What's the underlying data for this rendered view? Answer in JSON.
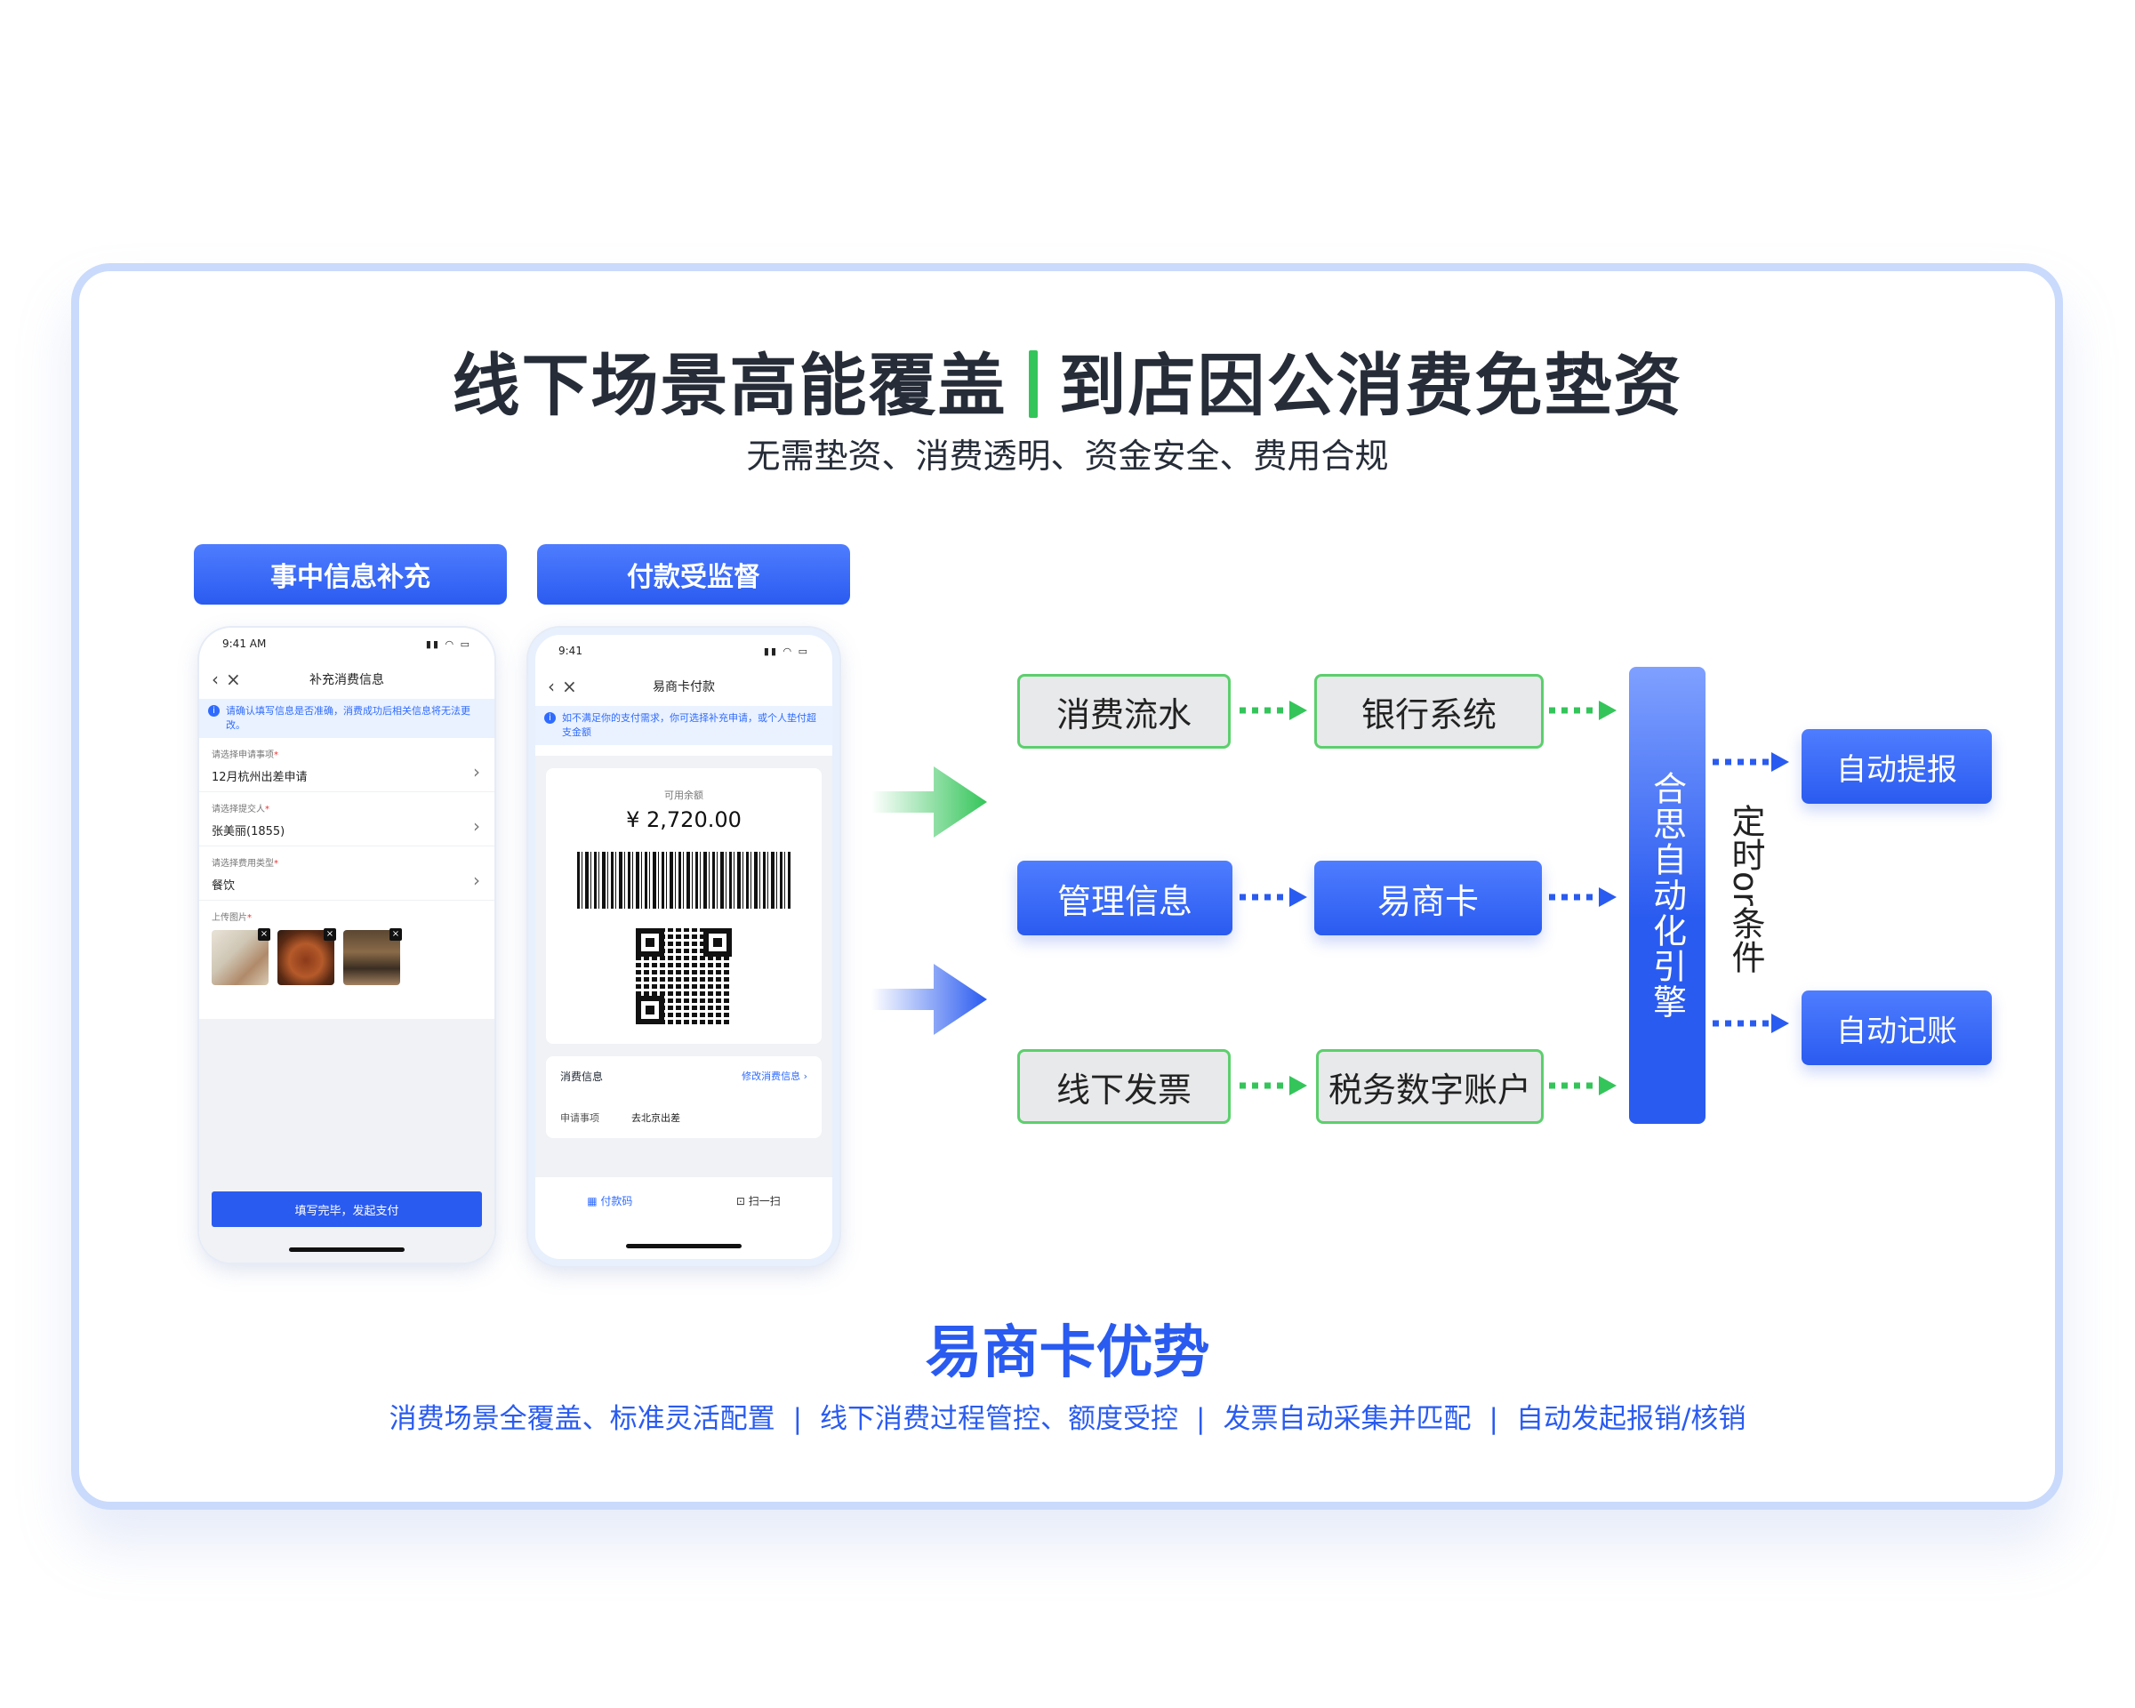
{
  "title": {
    "left": "线下场景高能覆盖",
    "right": "到店因公消费免垫资"
  },
  "subtitle": "无需垫资、消费透明、资金安全、费用合规",
  "tags": {
    "left": "事中信息补充",
    "right": "付款受监督"
  },
  "phone1": {
    "time": "9:41 AM",
    "nav_title": "补充消费信息",
    "notice": "请确认填写信息是否准确，消费成功后相关信息将无法更改。",
    "fields": [
      {
        "label": "请选择申请事项",
        "value": "12月杭州出差申请"
      },
      {
        "label": "请选择提交人",
        "value": "张美丽(1855)"
      },
      {
        "label": "请选择费用类型",
        "value": "餐饮"
      }
    ],
    "upload_label": "上传图片",
    "button": "填写完毕，发起支付"
  },
  "phone2": {
    "time": "9:41",
    "nav_title": "易商卡付款",
    "notice": "如不满足你的支付需求，你可选择补充申请，或个人垫付超支金额",
    "balance_label": "可用余额",
    "balance": "¥ 2,720.00",
    "info_title": "消费信息",
    "info_link": "修改消费信息 ›",
    "info_key": "申请事项",
    "info_value": "去北京出差",
    "tab_pay": "付款码",
    "tab_scan": "扫一扫"
  },
  "flow": {
    "row1": {
      "source": "消费流水",
      "system": "银行系统"
    },
    "row2": {
      "source": "管理信息",
      "system": "易商卡"
    },
    "row3": {
      "source": "线下发票",
      "system": "税务数字账户"
    },
    "engine": "合思自动化引擎",
    "trigger": "定时or条件",
    "out_top": "自动提报",
    "out_bottom": "自动记账"
  },
  "advantages": {
    "title": "易商卡优势",
    "items": [
      "消费场景全覆盖、标准灵活配置",
      "线下消费过程管控、额度受控",
      "发票自动采集并匹配",
      "自动发起报销/核销"
    ],
    "separator": "|"
  },
  "colors": {
    "blue": "#2a5bf0",
    "green": "#34c55a",
    "card_border": "#c9dafc"
  },
  "icons": {
    "back": "chevron-left-icon",
    "close": "close-icon",
    "info": "info-icon",
    "chevron": "chevron-right-icon",
    "qr": "qr-code-icon",
    "scan": "scan-icon"
  }
}
